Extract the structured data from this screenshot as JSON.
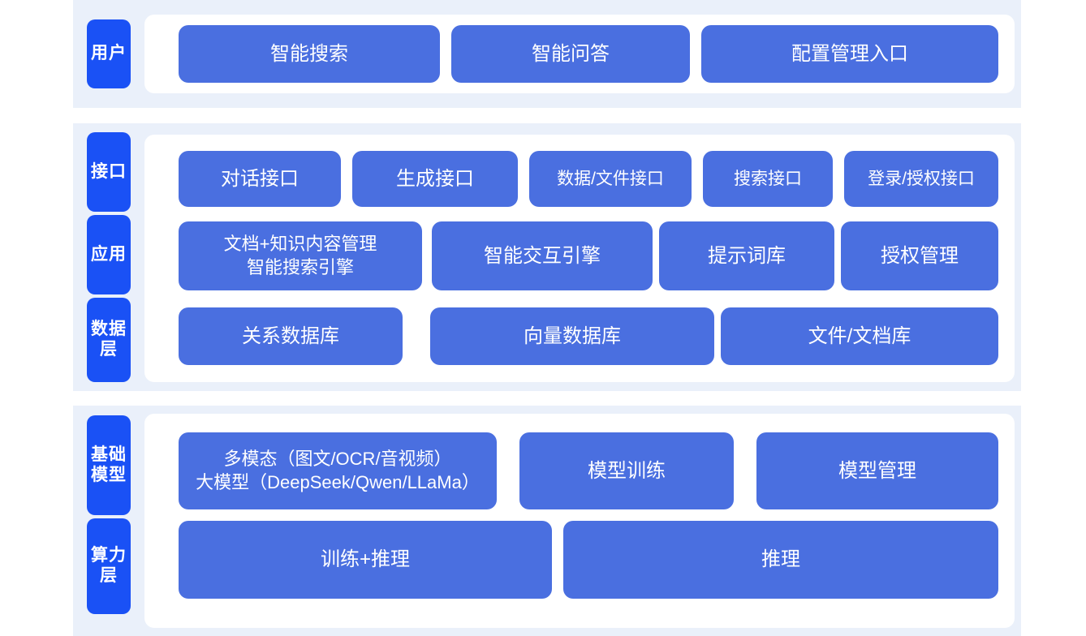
{
  "colors": {
    "page_background": "#ffffff",
    "strip_background": "#eaf0fa",
    "panel_background": "#ffffff",
    "tab_blue": "#1a51f5",
    "chip_blue": "#4a6fe0",
    "chip_text": "#ffffff"
  },
  "layers": [
    {
      "id": "user",
      "tab_label": "用户",
      "rows": [
        {
          "id": "user-entries",
          "items": [
            {
              "label": "智能搜索"
            },
            {
              "label": "智能问答"
            },
            {
              "label": "配置管理入口"
            }
          ]
        }
      ]
    },
    {
      "id": "middle",
      "tabs": [
        {
          "id": "interface",
          "label": "接口"
        },
        {
          "id": "application",
          "label": "应用"
        },
        {
          "id": "data",
          "label": "数据层"
        }
      ],
      "rows": [
        {
          "id": "interface-row",
          "items": [
            {
              "label": "对话接口"
            },
            {
              "label": "生成接口"
            },
            {
              "label": "数据/文件接口"
            },
            {
              "label": "搜索接口"
            },
            {
              "label": "登录/授权接口"
            }
          ]
        },
        {
          "id": "application-row",
          "items": [
            {
              "label_line1": "文档+知识内容管理",
              "label_line2": "智能搜索引擎"
            },
            {
              "label": "智能交互引擎"
            },
            {
              "label": "提示词库"
            },
            {
              "label": "授权管理"
            }
          ]
        },
        {
          "id": "data-row",
          "items": [
            {
              "label": "关系数据库"
            },
            {
              "label": "向量数据库"
            },
            {
              "label": "文件/文档库"
            }
          ]
        }
      ]
    },
    {
      "id": "foundation",
      "tabs": [
        {
          "id": "base-model",
          "label": "基础模型"
        },
        {
          "id": "compute",
          "label": "算力层"
        }
      ],
      "rows": [
        {
          "id": "model-row",
          "items": [
            {
              "label_line1": "多模态（图文/OCR/音视频）",
              "label_line2": "大模型（DeepSeek/Qwen/LLaMa）"
            },
            {
              "label": "模型训练"
            },
            {
              "label": "模型管理"
            }
          ]
        },
        {
          "id": "compute-row",
          "items": [
            {
              "label": "训练+推理"
            },
            {
              "label": "推理"
            }
          ]
        }
      ]
    }
  ]
}
